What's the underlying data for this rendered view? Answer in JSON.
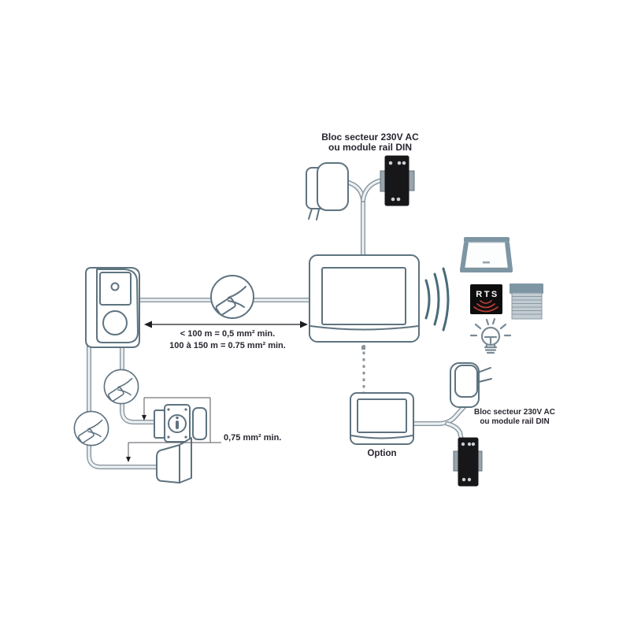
{
  "labels": {
    "power_block_top": {
      "line1": "Bloc secteur 230V AC",
      "line2": "ou module rail DIN"
    },
    "power_block_bottom": {
      "line1": "Bloc secteur 230V AC",
      "line2": "ou module rail DIN"
    },
    "cable_spec": {
      "line1": "< 100 m = 0,5 mm² min.",
      "line2": "100 à 150 m = 0.75 mm² min."
    },
    "aux_cable_spec": "0,75 mm² min.",
    "option": "Option",
    "rts_badge": "RTS"
  },
  "icons": {
    "top_power": [
      "power-adapter-icon",
      "din-rail-module-icon"
    ],
    "left_chain": [
      "door-station-icon",
      "wire-splice-icon",
      "wire-splice-icon",
      "wire-splice-icon",
      "door-lock-release-icon",
      "chime-horn-icon"
    ],
    "center": [
      "video-monitor-icon",
      "wireless-waves-icon",
      "option-monitor-icon"
    ],
    "right_rts_targets": [
      "awning-icon",
      "rts-receiver-icon",
      "roller-shutter-icon",
      "light-bulb-icon"
    ],
    "bottom_power": [
      "power-adapter-icon",
      "din-rail-module-icon"
    ]
  },
  "colors": {
    "outline": "#5f7380",
    "cable": "#8796a0",
    "black_module": "#17171a",
    "text": "#2a2630",
    "rts_red": "#b23b35",
    "gray_blue_accent": "#7e96a3"
  }
}
